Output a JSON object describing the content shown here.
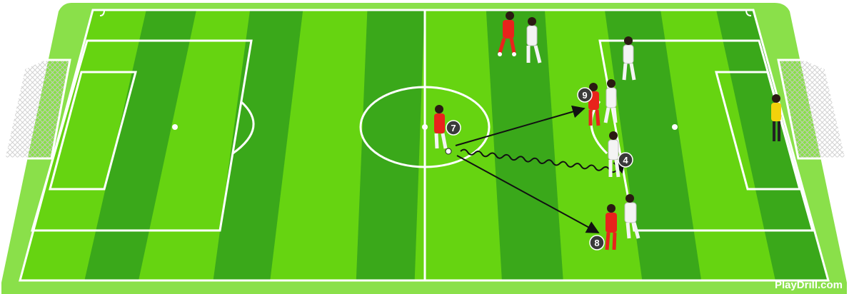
{
  "diagram": {
    "type": "football-tactics-drill",
    "watermark": "PlayDrill.com",
    "colors": {
      "grass_light": "#66d411",
      "grass_dark": "#3aa81a",
      "grass_outer": "#8ae04a",
      "lines": "#ffffff",
      "team_red": "#e8231c",
      "team_white": "#f4f4f4",
      "goalkeeper": "#f2d20c",
      "badge": "#3a3a3a",
      "pass_arrow": "#111111"
    },
    "players": [
      {
        "id": "red-7",
        "team": "red",
        "number": "7",
        "has_ball": true
      },
      {
        "id": "red-9",
        "team": "red",
        "number": "9"
      },
      {
        "id": "red-8",
        "team": "red",
        "number": "8"
      },
      {
        "id": "red-top",
        "team": "red",
        "number": ""
      },
      {
        "id": "white-top",
        "team": "white",
        "number": ""
      },
      {
        "id": "white-deep",
        "team": "white",
        "number": ""
      },
      {
        "id": "white-marking-9",
        "team": "white",
        "number": ""
      },
      {
        "id": "white-4",
        "team": "white",
        "number": "4"
      },
      {
        "id": "white-marking-8",
        "team": "white",
        "number": ""
      },
      {
        "id": "goalkeeper",
        "team": "yellow",
        "number": ""
      }
    ],
    "actions": [
      {
        "type": "pass",
        "from": "7",
        "to": "9"
      },
      {
        "type": "pass",
        "from": "7",
        "to": "8"
      },
      {
        "type": "dribble",
        "from": "7",
        "to": "4"
      }
    ]
  }
}
